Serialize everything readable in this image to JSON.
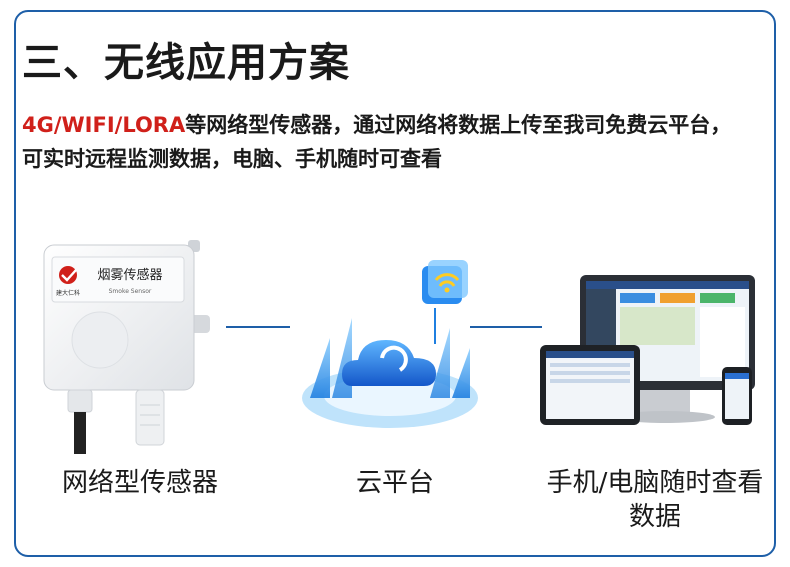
{
  "title": "三、无线应用方案",
  "description": {
    "highlight": "4G/WIFI/LORA",
    "text": "等网络型传感器，通过网络将数据上传至我司免费云平台，可实时远程监测数据，电脑、手机随时可查看"
  },
  "device": {
    "label": "烟雾传感器",
    "sublabel": "Smoke Sensor",
    "logo_text": "建大仁科"
  },
  "captions": {
    "sensor": "网络型传感器",
    "cloud": "云平台",
    "terminal": "手机/电脑随时查看数据"
  },
  "colors": {
    "border": "#1e5fa8",
    "highlight": "#d0201a",
    "cloud_blue": "#1f7fe0"
  }
}
